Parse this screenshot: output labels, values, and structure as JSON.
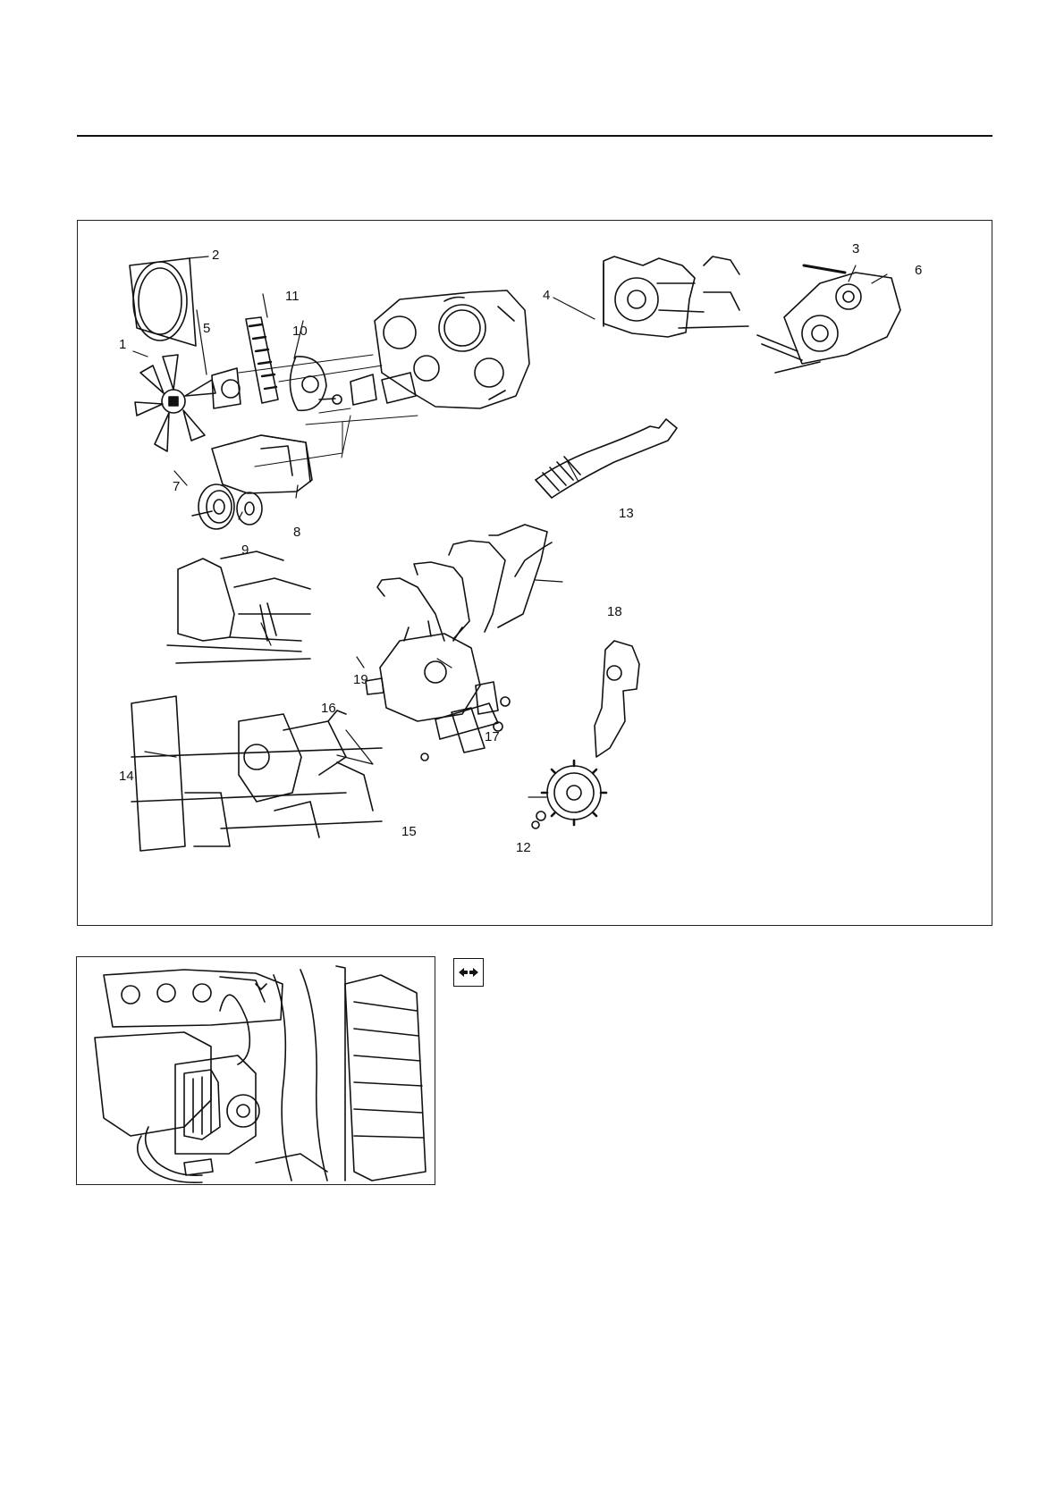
{
  "figure": {
    "callouts": [
      "1",
      "2",
      "3",
      "4",
      "5",
      "6",
      "7",
      "8",
      "9",
      "10",
      "11",
      "12",
      "13",
      "14",
      "15",
      "16",
      "17",
      "18",
      "19"
    ]
  },
  "icons": {
    "remove_symbol": "double-arrow-icon"
  }
}
